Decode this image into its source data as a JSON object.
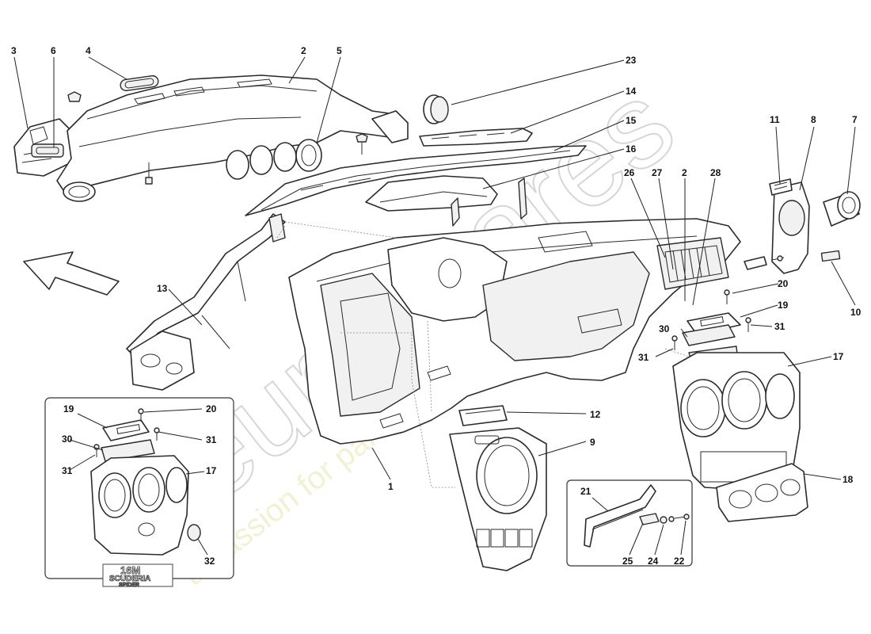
{
  "watermark": {
    "brand": "eurospares",
    "tagline": "a passion for parts since 1985"
  },
  "inset_logo": {
    "line1": "16M",
    "line2": "SCUDERIA",
    "line3": "SPIDER"
  },
  "part_numbers": {
    "p1": "1",
    "p2": "2",
    "p2b": "2",
    "p3": "3",
    "p4": "4",
    "p5": "5",
    "p6": "6",
    "p7": "7",
    "p8": "8",
    "p9": "9",
    "p10": "10",
    "p11": "11",
    "p12": "12",
    "p13": "13",
    "p14": "14",
    "p15": "15",
    "p16": "16",
    "p17": "17",
    "p17b": "17",
    "p18": "18",
    "p19": "19",
    "p19b": "19",
    "p20": "20",
    "p20b": "20",
    "p21": "21",
    "p22": "22",
    "p23": "23",
    "p24": "24",
    "p25": "25",
    "p26": "26",
    "p27": "27",
    "p28": "28",
    "p30": "30",
    "p30b": "30",
    "p31": "31",
    "p31b": "31",
    "p31c": "31",
    "p31d": "31",
    "p32": "32"
  },
  "colors": {
    "line": "#2b2b2b",
    "watermark_outline": "#d6d6d6",
    "watermark_tagline": "#f0eec8"
  }
}
